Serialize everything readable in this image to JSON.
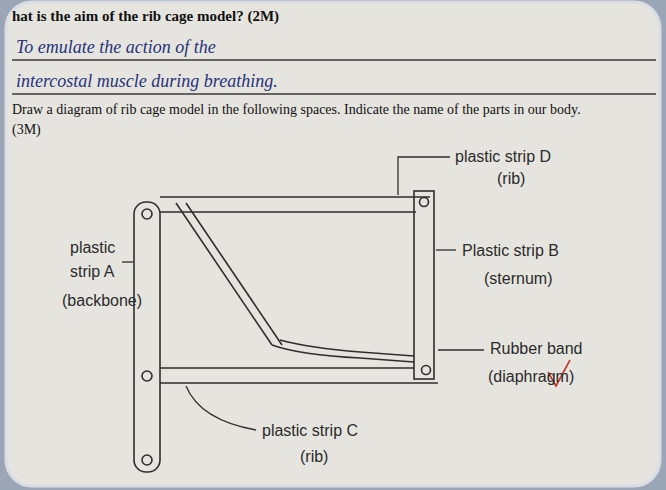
{
  "diagram": {
    "labels": [
      "hat is the aim of the rib cage model? (2M)",
      "To emulate the action of the intercostal muscle during breathing.",
      "Draw a diagram of rib cage model in the following spaces. Indicate the name of the parts in our body. (3M)",
      "plastic strip D",
      "(rib)",
      "plastic strip A",
      "(backbone)",
      "Plastic strip B",
      "(sternum)",
      "Rubber band",
      "(diaphragm)",
      "plastic strip C",
      "(rib)"
    ]
  }
}
